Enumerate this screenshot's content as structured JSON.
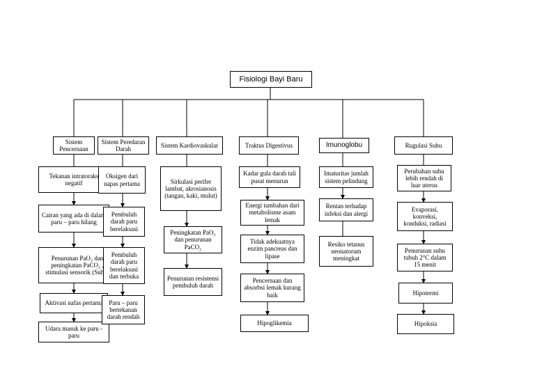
{
  "root": "Fisiologi Bayi Baru",
  "columns": [
    {
      "header": "Sistem Pencernaan",
      "items": [
        "Tekanan intratoraks negatif",
        "Cairan yang ada di dalam paru – paru hilang",
        "Penurunan PaO₂ dan peningkatan PaCO₂ , stimulasi sensorik (Suhu)",
        "Aktivasi nafas pertama",
        "Udara masuk ke paru - paru"
      ]
    },
    {
      "header": "Sistem Peredaran Darah",
      "items": [
        "Oksigen dari napas pertama",
        "Pembuluh darah paru berelaksasi",
        "Pembuluh darah paru berelaksasi dan terbuka",
        "Paru – paru bertekanan darah rendah"
      ]
    },
    {
      "header": "Sistem Kardiovaskular",
      "items": [
        "Sirkulasi perifer lambat, akrosianosis (tangan, kaki, mulut)",
        "Peningkatan PaO₂ dan penurunan PaCO₂",
        "Penurunan resistensi pembuluh darah"
      ]
    },
    {
      "header": "Traktus Digestivus",
      "items": [
        "Kadar gula darah tali pusat menurun",
        "Energi tambahan dari metabolisme asam lemak",
        "Tidak adekuatnya enzim pancreas dan lipase",
        "Pencernaan dan absorbsi lemak kurang baik",
        "Hipoglikemia"
      ]
    },
    {
      "header": "Imunoglobu",
      "items": [
        "Imaturitas jumlah sistem pelindung",
        "Rentan terhadap infeksi dan alergi",
        "Resiko tetanus neonatorum meningkat"
      ]
    },
    {
      "header": "Rugulasi Suhu",
      "items": [
        "Perubahan suhu lebih rendah di luar uterus",
        "Evaporasi, konveksi, konduksi, radiasi",
        "Penurunan suhu tubuh 2°C dalam 15 menit",
        "Hipotermi",
        "Hipoksia"
      ]
    }
  ]
}
